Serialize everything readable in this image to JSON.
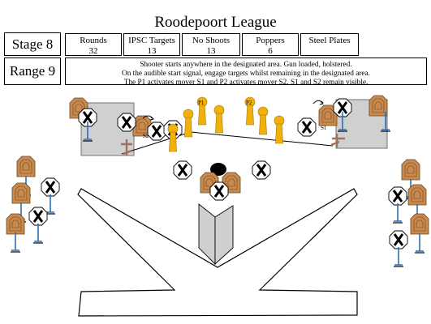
{
  "title": "Roodepoort League",
  "stage": "Stage 8",
  "range": "Range 9",
  "stats": [
    {
      "label": "Rounds",
      "value": "32"
    },
    {
      "label": "IPSC Targets",
      "value": "13"
    },
    {
      "label": "No Shoots",
      "value": "13"
    },
    {
      "label": "Poppers",
      "value": "6"
    },
    {
      "label": "Steel Plates",
      "value": ""
    }
  ],
  "description": [
    "Shooter starts anywhere in the designated area. Gun loaded, holstered.",
    "On the audible start signal,  engage targets whilst remaining in the designated area.",
    "The P1 activates mover S1 and P2 activates  mover S2. S1 and S2 remain visible."
  ],
  "labels": {
    "p1": "P1",
    "p2": "P2",
    "s1": "S1",
    "s2": "S2"
  },
  "colors": {
    "popper": "#f2b10a",
    "ipsc_target": "#c98a4e",
    "no_shoot": "#ffffff",
    "stand": "#2a6fb5",
    "wall": "#d0d0d0"
  }
}
